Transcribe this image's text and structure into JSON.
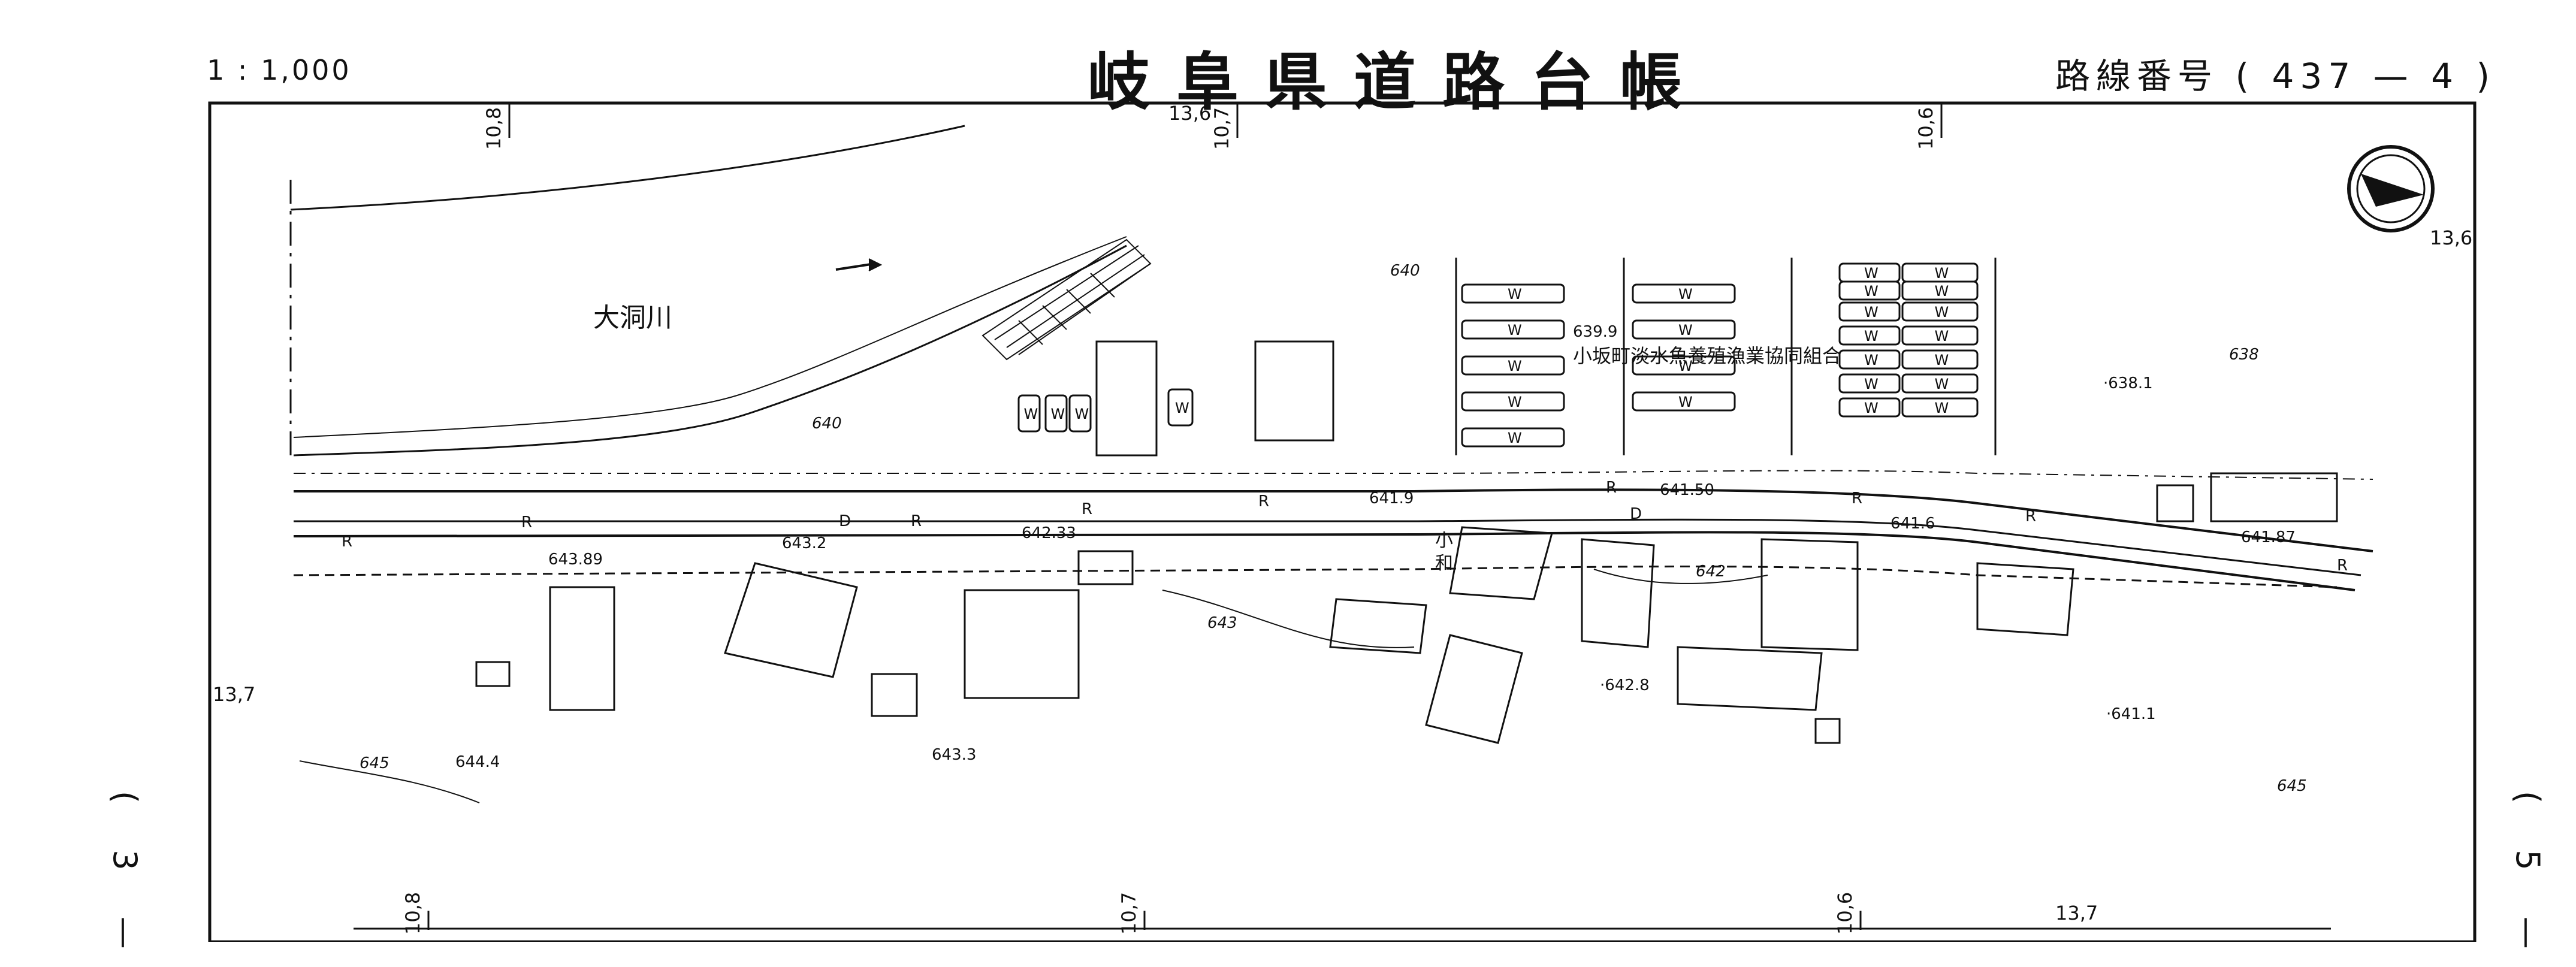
{
  "header": {
    "scale": "1 : 1,000",
    "title": "岐阜県道路台帳",
    "route_label": "路線番号",
    "route_number": "( 437 — 4 )"
  },
  "sheets": {
    "left": "( 3 —",
    "right": "( 5 —"
  },
  "river": {
    "name": "大洞川"
  },
  "facility": {
    "name": "小坂町淡水魚養殖漁業協同組合"
  },
  "spot_labels": {
    "s639_9": "639.9",
    "s638_1": "·638.1",
    "s641_50": "641.50",
    "s641_9": "641.9",
    "s642_33": "642.33",
    "s643_2": "643.2",
    "s643_89": "643.89",
    "s641_6": "641.6",
    "s641_87": "641.87",
    "s642_8": "·642.8",
    "s641_1": "·641.1",
    "s644_4": "644.4",
    "s643_3": "643.3"
  },
  "contour_labels": {
    "c640a": "640",
    "c640b": "640",
    "c642": "642",
    "c643": "643",
    "c645a": "645",
    "c645b": "645",
    "c638": "638"
  },
  "grid_labels": {
    "top_10_8": "10,8",
    "top_10_7": "10,7",
    "top_13_6": "13,6",
    "top_10_6": "10,6",
    "right_13_6": "13,6",
    "left_13_7": "13,7",
    "bottom_10_8": "10,8",
    "bottom_10_7": "10,7",
    "bottom_10_6": "10,6",
    "bottom_13_7": "13,7"
  },
  "road_marks": {
    "r": "R",
    "d": "D"
  },
  "place_marks": {
    "ko": "小",
    "wa": "和"
  },
  "pond_mark": "W"
}
